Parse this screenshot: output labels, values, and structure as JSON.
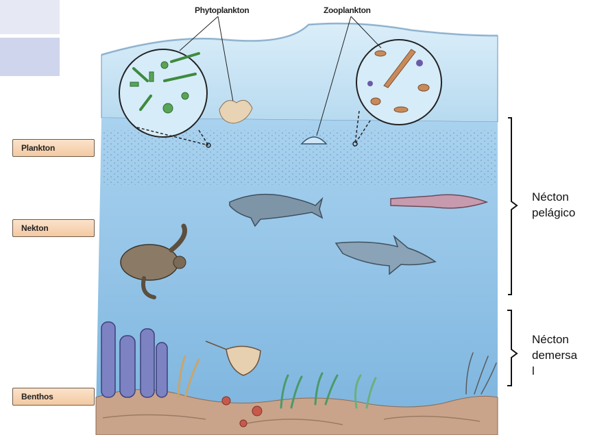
{
  "labels": {
    "phytoplankton": "Phytoplankton",
    "zooplankton": "Zooplankton",
    "plankton": "Plankton",
    "nekton": "Nekton",
    "benthos": "Benthos"
  },
  "brackets": {
    "pelagic_line1": "Nécton",
    "pelagic_line2": "pelágico",
    "demersal_line1": "Nécton",
    "demersal_line2": "demersa",
    "demersal_line3": "l"
  },
  "colors": {
    "water": "#8fc3e6",
    "surface": "#c9e3f4",
    "seafloor": "#c9a48a",
    "label_fill": "#f6d4b2"
  }
}
